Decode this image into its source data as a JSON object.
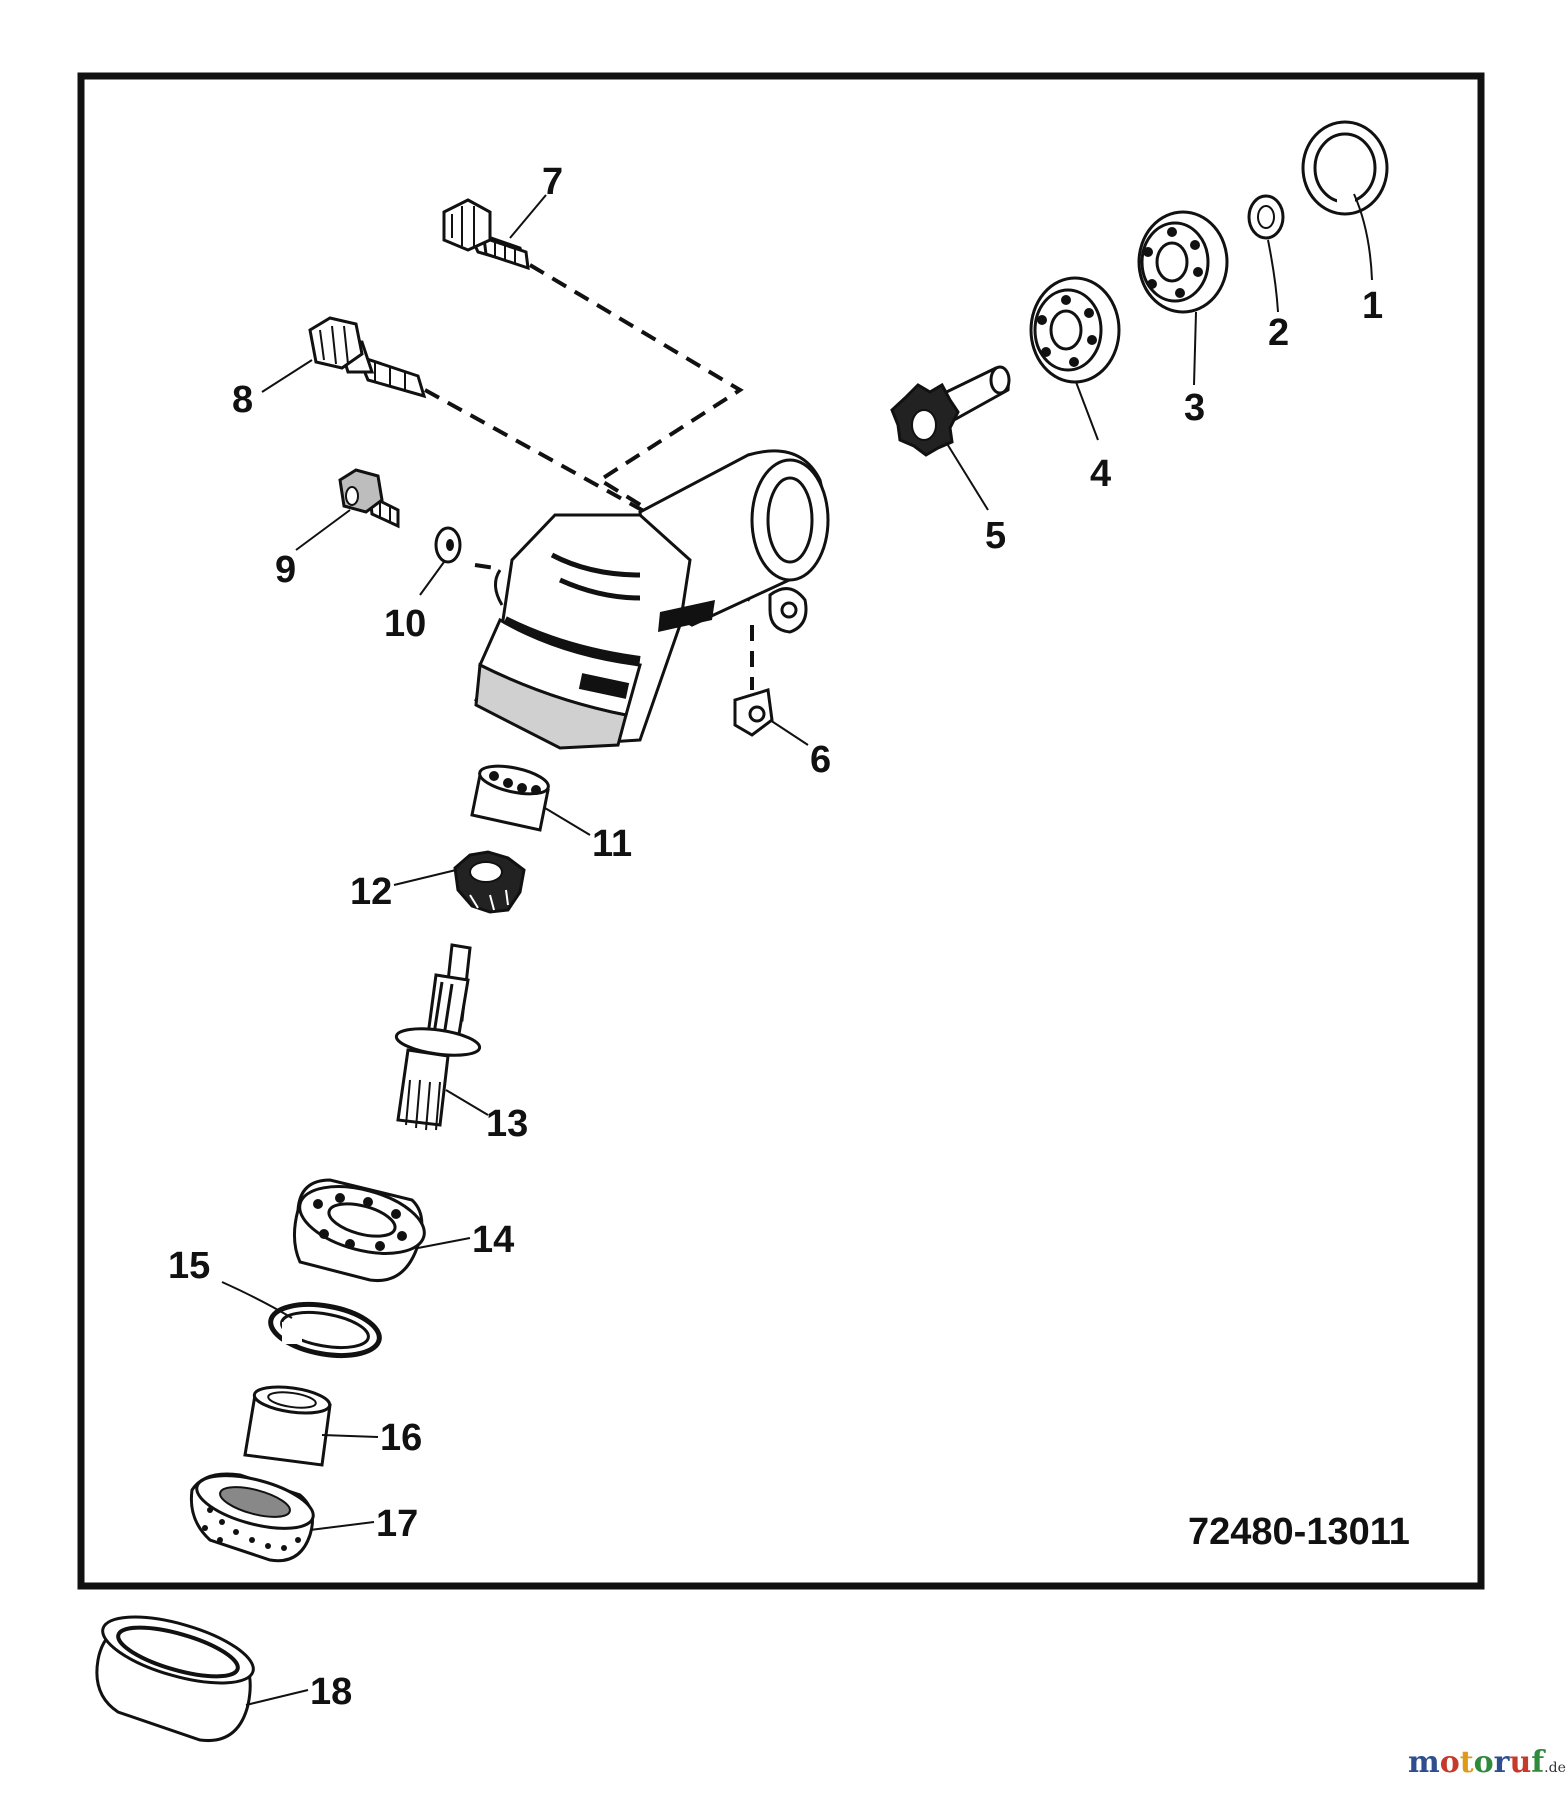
{
  "diagram": {
    "part_number": "72480-13011",
    "watermark": {
      "letters": [
        "m",
        "o",
        "t",
        "o",
        "r",
        "u",
        "f"
      ],
      "suffix": ".de",
      "colors": [
        "#2e4e8f",
        "#c53a2a",
        "#e09a1a",
        "#2f8a3b",
        "#2e4e8f",
        "#c53a2a",
        "#2f8a3b"
      ]
    },
    "callouts": [
      {
        "id": 1,
        "label": "1"
      },
      {
        "id": 2,
        "label": "2"
      },
      {
        "id": 3,
        "label": "3"
      },
      {
        "id": 4,
        "label": "4"
      },
      {
        "id": 5,
        "label": "5"
      },
      {
        "id": 6,
        "label": "6"
      },
      {
        "id": 7,
        "label": "7"
      },
      {
        "id": 8,
        "label": "8"
      },
      {
        "id": 9,
        "label": "9"
      },
      {
        "id": 10,
        "label": "10"
      },
      {
        "id": 11,
        "label": "11"
      },
      {
        "id": 12,
        "label": "12"
      },
      {
        "id": 13,
        "label": "13"
      },
      {
        "id": 14,
        "label": "14"
      },
      {
        "id": 15,
        "label": "15"
      },
      {
        "id": 16,
        "label": "16"
      },
      {
        "id": 17,
        "label": "17"
      },
      {
        "id": 18,
        "label": "18"
      }
    ]
  }
}
